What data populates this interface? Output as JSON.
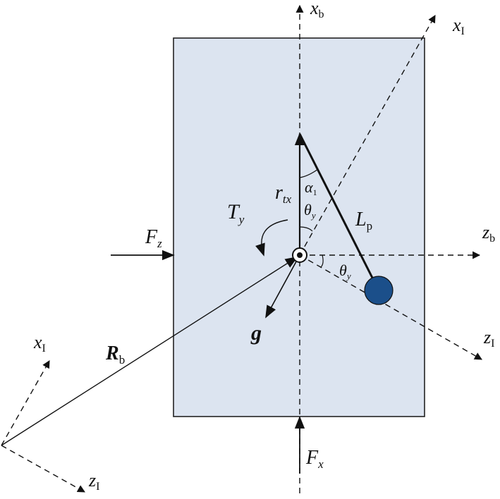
{
  "labels": {
    "xb": {
      "main": "x",
      "sub": "b"
    },
    "xI_top": {
      "main": "x",
      "sub": "I"
    },
    "zb": {
      "main": "z",
      "sub": "b"
    },
    "zI_right": {
      "main": "z",
      "sub": "I"
    },
    "xI_frame": {
      "main": "x",
      "sub": "I"
    },
    "zI_frame": {
      "main": "z",
      "sub": "I"
    },
    "Rb": {
      "main": "R",
      "sub": "b"
    },
    "Fz": {
      "main": "F",
      "sub": "z"
    },
    "Fx": {
      "main": "F",
      "sub": "x"
    },
    "Ty": {
      "main": "T",
      "sub": "y"
    },
    "rtx": {
      "main": "r",
      "sub": "tx"
    },
    "alpha1": {
      "main": "α",
      "sub": "1"
    },
    "theta_y_upper": {
      "main": "θ",
      "sub": "y"
    },
    "theta_y_lower": {
      "main": "θ",
      "sub": "y"
    },
    "Lp": {
      "main": "L",
      "sub": "p"
    },
    "g": {
      "main": "g"
    }
  },
  "colors": {
    "body_fill": "#dce4f0",
    "pendulum_mass": "#1b4f8a",
    "line": "#111111"
  }
}
